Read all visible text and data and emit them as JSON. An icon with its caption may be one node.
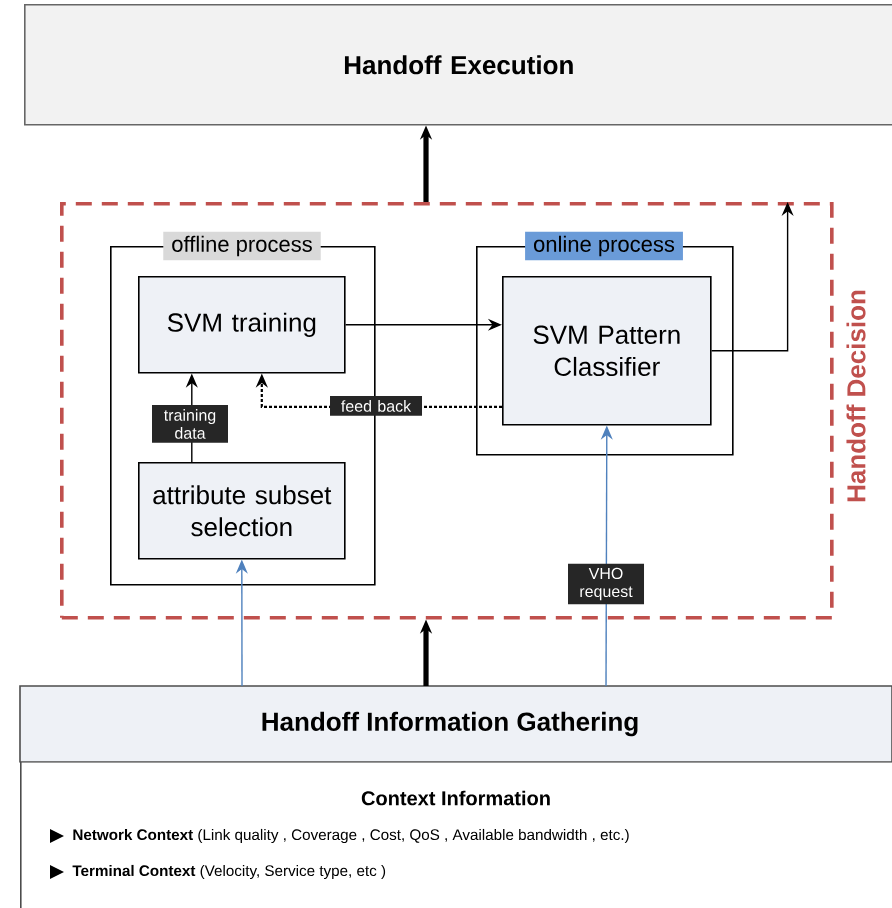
{
  "diagram": {
    "nodes": [
      {
        "text": [
          "Handoff Execution"
        ]
      },
      {
        "text": [
          "Handoff Decision"
        ]
      },
      {
        "text": [
          "offline process"
        ],
        "in": 1
      },
      {
        "text": [
          "SVM training"
        ],
        "in": 2
      },
      {
        "text": [
          "attribute subset selection"
        ],
        "in": 2
      },
      {
        "text": [
          "online process"
        ],
        "in": 1
      },
      {
        "text": [
          "SVM Pattern Classifier"
        ],
        "in": 5
      },
      {
        "text": [
          "Handoff Information Gathering",
          "Context Information",
          "**Network Context** (Link quality , Coverage , Cost, QoS , Available bandwidth , etc.)",
          "**Terminal Context** (Velocity, Service type, etc )"
        ]
      }
    ],
    "edges": [
      {
        "from": 1,
        "to": 0,
        "arrow": "to",
        "style": "thick"
      },
      {
        "from": 7,
        "to": 1,
        "arrow": "to",
        "style": "thick"
      },
      {
        "from": 3,
        "to": 6,
        "arrow": "to"
      },
      {
        "from": 6,
        "to": 1,
        "arrow": "to"
      },
      {
        "from": 6,
        "to": 3,
        "arrow": "to",
        "style": "dashed",
        "label": "feed back"
      },
      {
        "from": 4,
        "to": 3,
        "arrow": "to",
        "label": "training data"
      },
      {
        "from": 7,
        "to": 4,
        "arrow": "to",
        "color": "#4f81bd"
      },
      {
        "from": 7,
        "to": 6,
        "arrow": "to",
        "color": "#4f81bd",
        "label": "VHO request"
      }
    ]
  }
}
